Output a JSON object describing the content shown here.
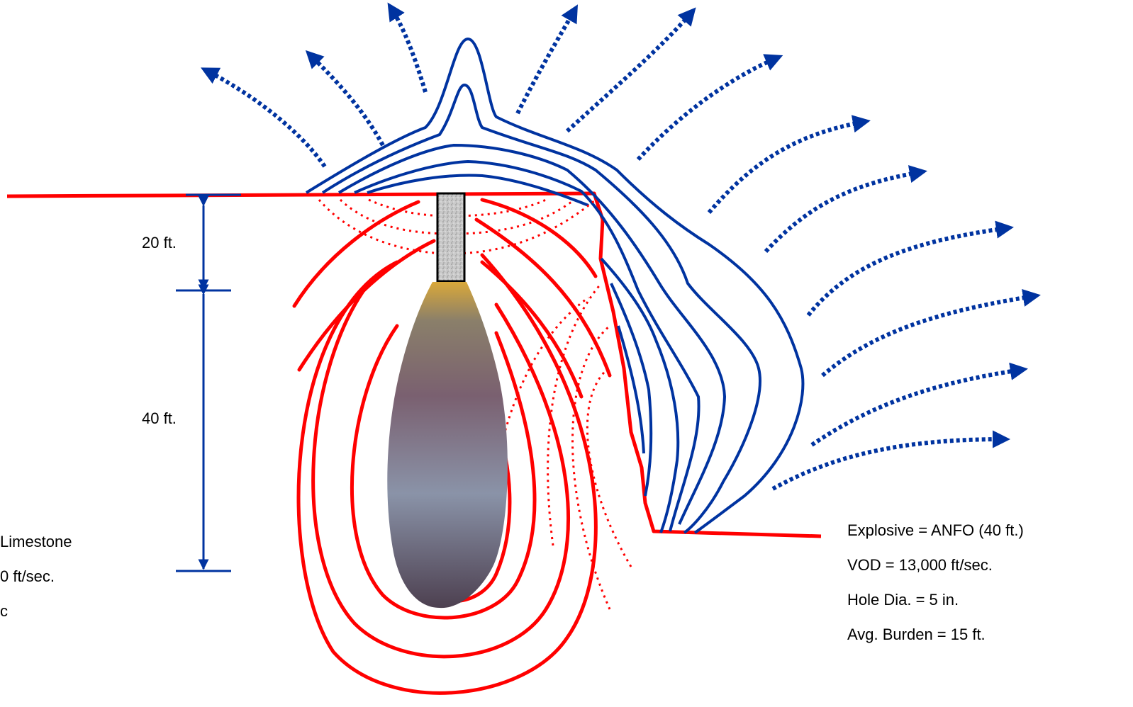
{
  "colors": {
    "fracture_lines": "#ff0000",
    "flow_lines": "#0033a0",
    "dimension_lines": "#0033a0",
    "stemming": "#c8c8c8",
    "explosive_column": "#6e5a6e"
  },
  "dimensions": {
    "stemming_label": "20 ft.",
    "charge_label": "40 ft."
  },
  "left_info": {
    "rock_type": "Limestone",
    "velocity": "0 ft/sec.",
    "unit_fragment": "c"
  },
  "right_info": {
    "explosive": "Explosive = ANFO (40 ft.)",
    "vod": "VOD = 13,000 ft/sec.",
    "hole_dia": "Hole Dia. = 5 in.",
    "burden": "Avg. Burden = 15 ft."
  }
}
